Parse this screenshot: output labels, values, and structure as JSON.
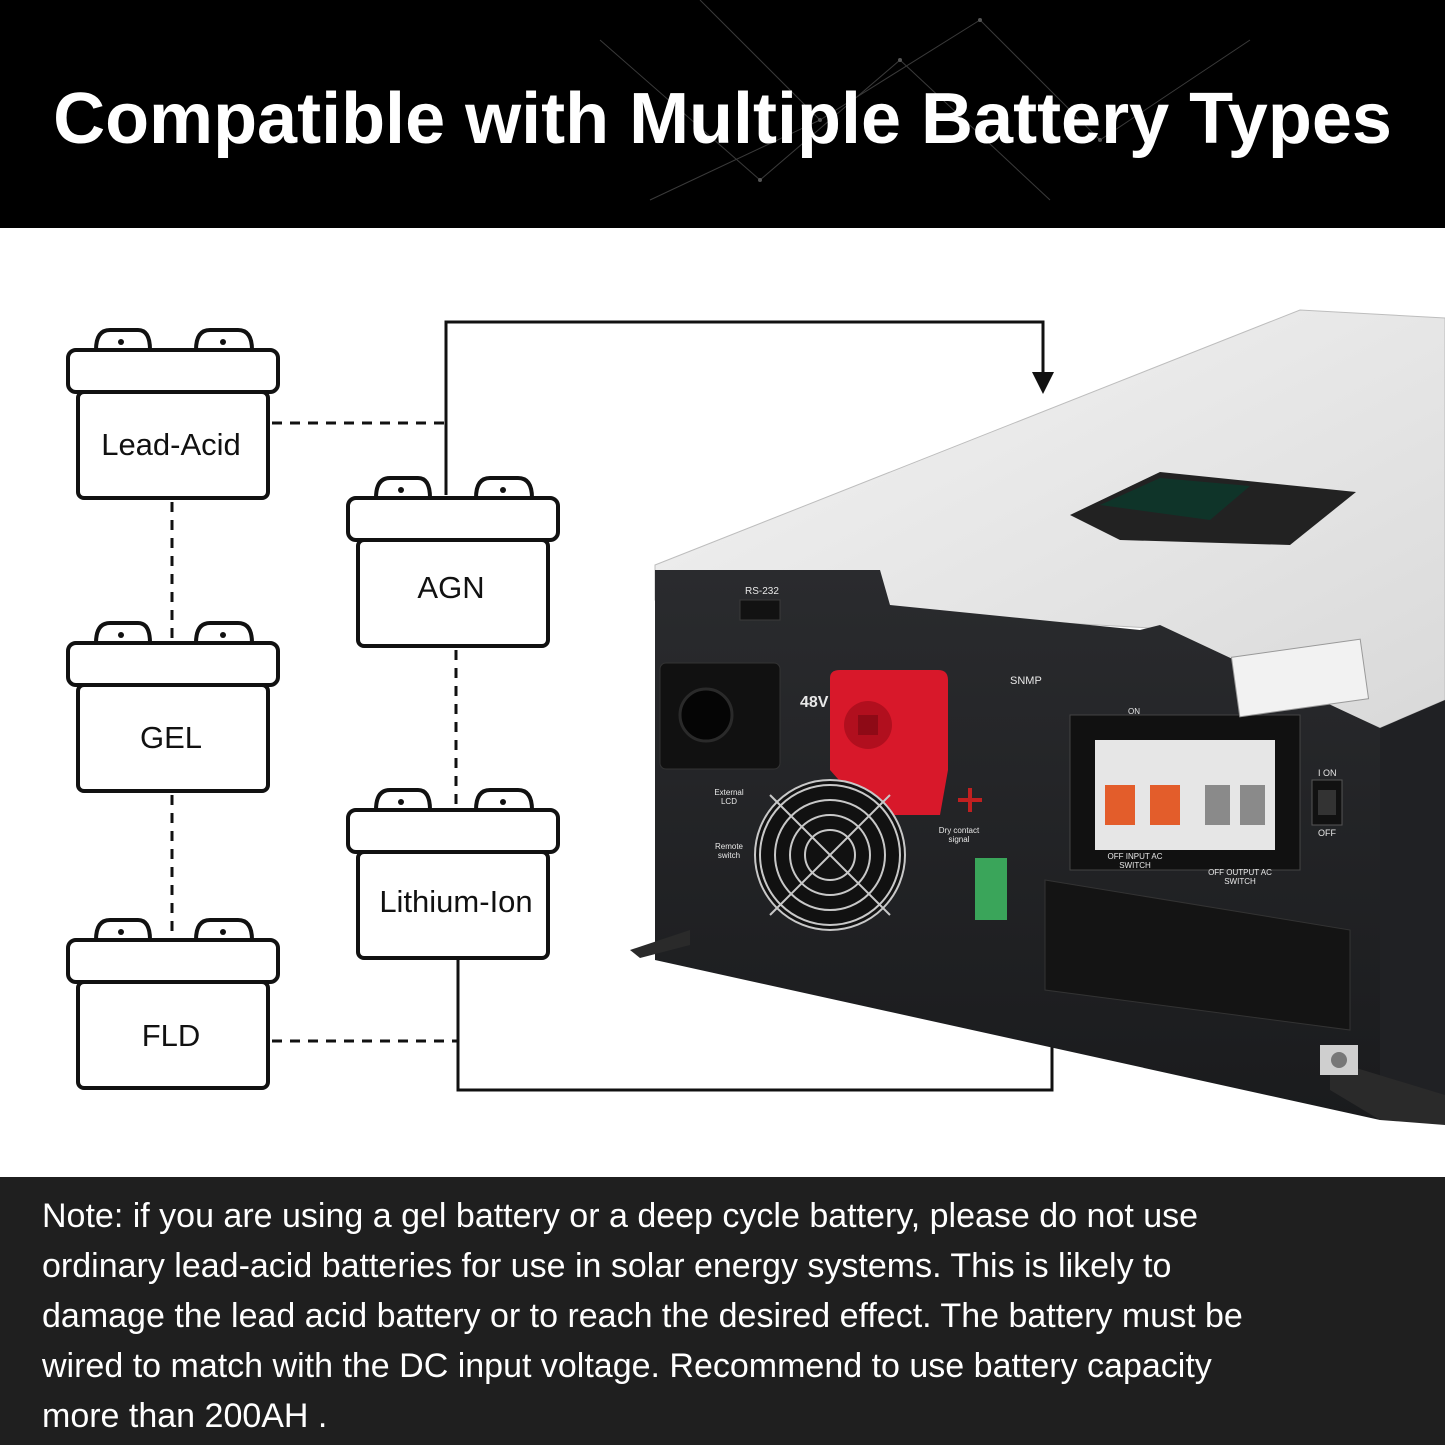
{
  "banner": {
    "title": "Compatible with Multiple Battery Types"
  },
  "batteries": [
    {
      "label": "Lead-Acid"
    },
    {
      "label": "GEL"
    },
    {
      "label": "FLD"
    },
    {
      "label": "AGN"
    },
    {
      "label": "Lithium-Ion"
    }
  ],
  "device": {
    "port_label": "RS-232",
    "voltage_label": "48V",
    "snmp_label": "SNMP",
    "external_lcd_label": "External LCD",
    "remote_switch_label": "Remote switch",
    "dry_contact_label": "Dry contact signal",
    "input_switch_label": "OFF INPUT AC SWITCH",
    "output_switch_label": "OFF OUTPUT AC SWITCH",
    "on_label": "ON",
    "power_on_label": "I ON",
    "power_off_label": "OFF"
  },
  "note": {
    "lines": [
      "Note: if you are using a gel battery or a deep cycle battery, please do not use",
      "ordinary lead-acid batteries for use in solar energy systems. This is likely to",
      "damage the lead acid battery or to reach the desired effect. The battery must be",
      " wired to match with the DC input voltage. Recommend to use battery capacity",
      " more than 200AH ."
    ]
  },
  "colors": {
    "banner_bg": "#000000",
    "note_bg": "#1f1f1f",
    "terminal_red": "#d8182a",
    "connector_green": "#3aa55a"
  }
}
